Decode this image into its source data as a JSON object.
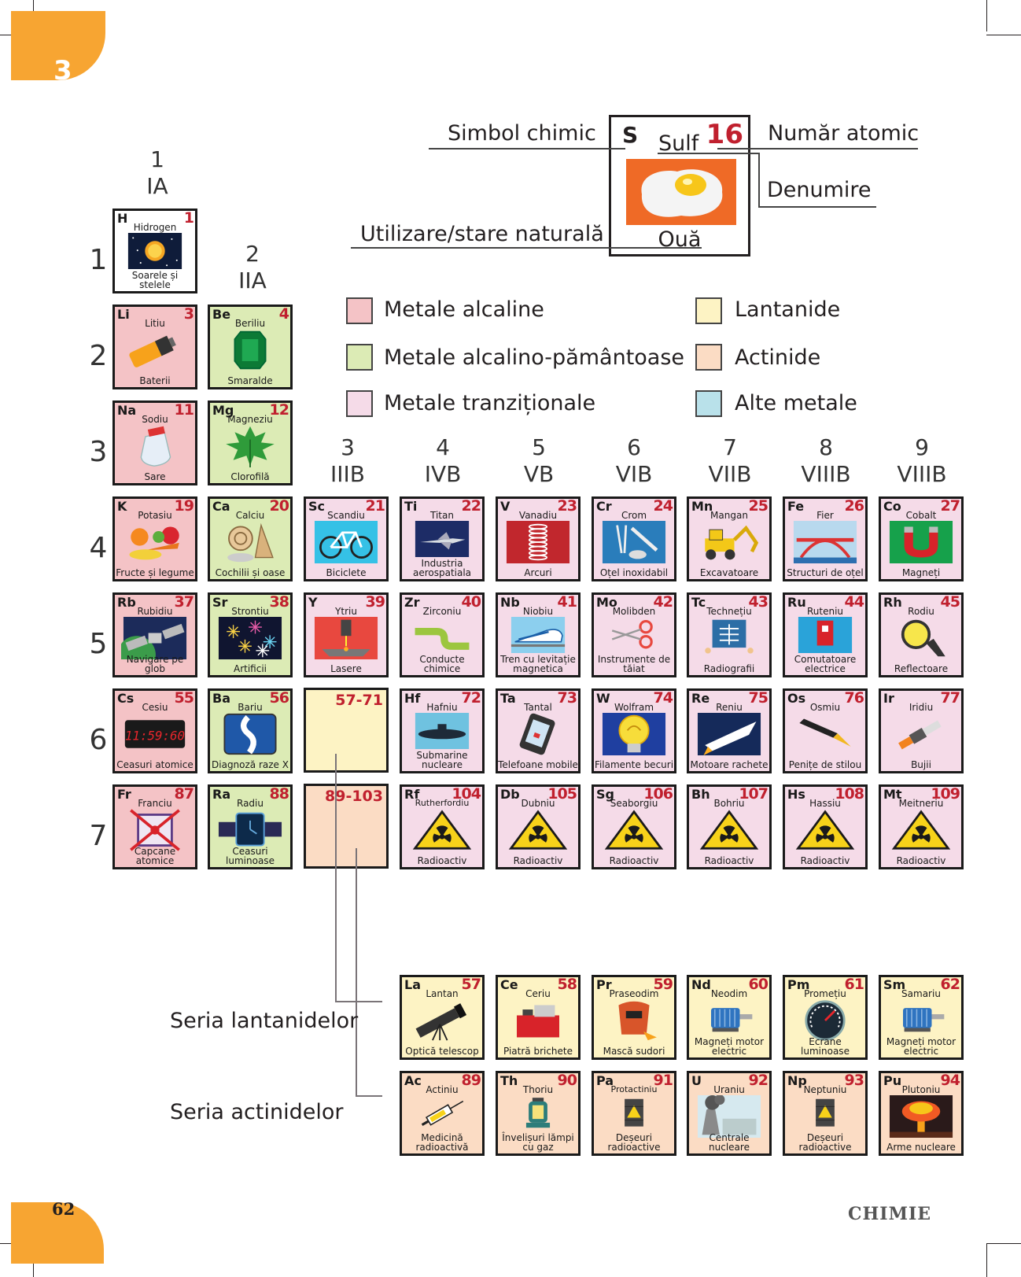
{
  "page": {
    "chapter": "3",
    "page_number": "62",
    "subject": "CHIMIE"
  },
  "key": {
    "symbol_label": "Simbol chimic",
    "atomic_number_label": "Număr atomic",
    "name_label": "Denumire",
    "use_label": "Utilizare/stare naturală",
    "example": {
      "symbol": "S",
      "name": "Sulf",
      "number": "16",
      "use": "Ouă"
    }
  },
  "legend": [
    {
      "label": "Metale alcaline",
      "color": "#f4c3c6"
    },
    {
      "label": "Metale alcalino-pământoase",
      "color": "#dcebb5"
    },
    {
      "label": "Metale tranziționale",
      "color": "#f5dbe8"
    },
    {
      "label": "Lantanide",
      "color": "#fdf3c4"
    },
    {
      "label": "Actinide",
      "color": "#fbdcc4"
    },
    {
      "label": "Alte metale",
      "color": "#b9e1ea"
    }
  ],
  "groups": [
    {
      "num": "1",
      "roman": "IA"
    },
    {
      "num": "2",
      "roman": "IIA"
    },
    {
      "num": "3",
      "roman": "IIIB"
    },
    {
      "num": "4",
      "roman": "IVB"
    },
    {
      "num": "5",
      "roman": "VB"
    },
    {
      "num": "6",
      "roman": "VIB"
    },
    {
      "num": "7",
      "roman": "VIIB"
    },
    {
      "num": "8",
      "roman": "VIIIB"
    },
    {
      "num": "9",
      "roman": "VIIIB"
    }
  ],
  "periods": [
    "1",
    "2",
    "3",
    "4",
    "5",
    "6",
    "7"
  ],
  "placeholders": {
    "lanthanides": "57-71",
    "actinides": "89-103"
  },
  "series_labels": {
    "lanthanides": "Seria lantanidelor",
    "actinides": "Seria actinidelor"
  },
  "elements": [
    {
      "s": "H",
      "n": "Hidrogen",
      "z": "1",
      "u": "Soarele și stelele",
      "t": "other",
      "icon": "sun-icon"
    },
    {
      "s": "Li",
      "n": "Litiu",
      "z": "3",
      "u": "Baterii",
      "t": "alk",
      "icon": "battery-icon"
    },
    {
      "s": "Be",
      "n": "Beriliu",
      "z": "4",
      "u": "Smaralde",
      "t": "ae",
      "icon": "emerald-icon"
    },
    {
      "s": "Na",
      "n": "Sodiu",
      "z": "11",
      "u": "Sare",
      "t": "alk",
      "icon": "salt-shaker-icon"
    },
    {
      "s": "Mg",
      "n": "Magneziu",
      "z": "12",
      "u": "Clorofilă",
      "t": "ae",
      "icon": "leaf-icon"
    },
    {
      "s": "K",
      "n": "Potasiu",
      "z": "19",
      "u": "Fructe și legume",
      "t": "alk",
      "icon": "vegetables-icon"
    },
    {
      "s": "Ca",
      "n": "Calciu",
      "z": "20",
      "u": "Cochilii și oase",
      "t": "ae",
      "icon": "shell-icon"
    },
    {
      "s": "Sc",
      "n": "Scandiu",
      "z": "21",
      "u": "Biciclete",
      "t": "tr",
      "icon": "bicycle-icon"
    },
    {
      "s": "Ti",
      "n": "Titan",
      "z": "22",
      "u": "Industria aerospatiala",
      "t": "tr",
      "icon": "jet-icon"
    },
    {
      "s": "V",
      "n": "Vanadiu",
      "z": "23",
      "u": "Arcuri",
      "t": "tr",
      "icon": "spring-icon"
    },
    {
      "s": "Cr",
      "n": "Crom",
      "z": "24",
      "u": "Oțel inoxidabil",
      "t": "tr",
      "icon": "cutlery-icon"
    },
    {
      "s": "Mn",
      "n": "Mangan",
      "z": "25",
      "u": "Excavatoare",
      "t": "tr",
      "icon": "excavator-icon"
    },
    {
      "s": "Fe",
      "n": "Fier",
      "z": "26",
      "u": "Structuri de oțel",
      "t": "tr",
      "icon": "bridge-icon"
    },
    {
      "s": "Co",
      "n": "Cobalt",
      "z": "27",
      "u": "Magneți",
      "t": "tr",
      "icon": "magnet-icon"
    },
    {
      "s": "Rb",
      "n": "Rubidiu",
      "z": "37",
      "u": "Navigare pe glob",
      "t": "alk",
      "icon": "satellite-icon"
    },
    {
      "s": "Sr",
      "n": "Strontiu",
      "z": "38",
      "u": "Artificii",
      "t": "ae",
      "icon": "fireworks-icon"
    },
    {
      "s": "Y",
      "n": "Ytriu",
      "z": "39",
      "u": "Lasere",
      "t": "tr",
      "icon": "laser-icon"
    },
    {
      "s": "Zr",
      "n": "Zirconiu",
      "z": "40",
      "u": "Conducte chimice",
      "t": "tr",
      "icon": "pipe-icon"
    },
    {
      "s": "Nb",
      "n": "Niobiu",
      "z": "41",
      "u": "Tren cu levitație magnetica",
      "t": "tr",
      "icon": "train-icon"
    },
    {
      "s": "Mo",
      "n": "Molibden",
      "z": "42",
      "u": "Instrumente de tăiat",
      "t": "tr",
      "icon": "scissors-icon"
    },
    {
      "s": "Tc",
      "n": "Technețiu",
      "z": "43",
      "u": "Radiografii",
      "t": "tr",
      "icon": "xray-icon"
    },
    {
      "s": "Ru",
      "n": "Ruteniu",
      "z": "44",
      "u": "Comutatoare electrice",
      "t": "tr",
      "icon": "switch-icon"
    },
    {
      "s": "Rh",
      "n": "Rodiu",
      "z": "45",
      "u": "Reflectoare",
      "t": "tr",
      "icon": "spotlight-icon"
    },
    {
      "s": "Cs",
      "n": "Cesiu",
      "z": "55",
      "u": "Ceasuri atomice",
      "t": "alk",
      "icon": "digital-clock-icon",
      "clock": "11:59:60"
    },
    {
      "s": "Ba",
      "n": "Bariu",
      "z": "56",
      "u": "Diagnoză raze X",
      "t": "ae",
      "icon": "xray-scan-icon"
    },
    {
      "s": "Hf",
      "n": "Hafniu",
      "z": "72",
      "u": "Submarine nucleare",
      "t": "tr",
      "icon": "submarine-icon"
    },
    {
      "s": "Ta",
      "n": "Tantal",
      "z": "73",
      "u": "Telefoane mobile",
      "t": "tr",
      "icon": "phone-icon"
    },
    {
      "s": "W",
      "n": "Wolfram",
      "z": "74",
      "u": "Filamente becuri",
      "t": "tr",
      "icon": "bulb-icon"
    },
    {
      "s": "Re",
      "n": "Reniu",
      "z": "75",
      "u": "Motoare rachete",
      "t": "tr",
      "icon": "rocket-icon"
    },
    {
      "s": "Os",
      "n": "Osmiu",
      "z": "76",
      "u": "Penițe de stilou",
      "t": "tr",
      "icon": "pen-icon"
    },
    {
      "s": "Ir",
      "n": "Iridiu",
      "z": "77",
      "u": "Bujii",
      "t": "tr",
      "icon": "spark-plug-icon"
    },
    {
      "s": "Fr",
      "n": "Franciu",
      "z": "87",
      "u": "Capcane atomice",
      "t": "alk",
      "icon": "atom-trap-icon"
    },
    {
      "s": "Ra",
      "n": "Radiu",
      "z": "88",
      "u": "Ceasuri luminoase",
      "t": "ae",
      "icon": "watch-icon"
    },
    {
      "s": "Rf",
      "n": "Rutherfordiu",
      "z": "104",
      "u": "Radioactiv",
      "t": "tr",
      "icon": "radioactive-icon"
    },
    {
      "s": "Db",
      "n": "Dubniu",
      "z": "105",
      "u": "Radioactiv",
      "t": "tr",
      "icon": "radioactive-icon"
    },
    {
      "s": "Sg",
      "n": "Seaborgiu",
      "z": "106",
      "u": "Radioactiv",
      "t": "tr",
      "icon": "radioactive-icon"
    },
    {
      "s": "Bh",
      "n": "Bohriu",
      "z": "107",
      "u": "Radioactiv",
      "t": "tr",
      "icon": "radioactive-icon"
    },
    {
      "s": "Hs",
      "n": "Hassiu",
      "z": "108",
      "u": "Radioactiv",
      "t": "tr",
      "icon": "radioactive-icon"
    },
    {
      "s": "Mt",
      "n": "Meitneriu",
      "z": "109",
      "u": "Radioactiv",
      "t": "tr",
      "icon": "radioactive-icon"
    },
    {
      "s": "La",
      "n": "Lantan",
      "z": "57",
      "u": "Optică telescop",
      "t": "lan",
      "icon": "telescope-icon"
    },
    {
      "s": "Ce",
      "n": "Ceriu",
      "z": "58",
      "u": "Piatră brichete",
      "t": "lan",
      "icon": "lighter-icon"
    },
    {
      "s": "Pr",
      "n": "Praseodim",
      "z": "59",
      "u": "Mască sudori",
      "t": "lan",
      "icon": "welding-mask-icon"
    },
    {
      "s": "Nd",
      "n": "Neodim",
      "z": "60",
      "u": "Magneți motor electric",
      "t": "lan",
      "icon": "motor-icon"
    },
    {
      "s": "Pm",
      "n": "Promețiu",
      "z": "61",
      "u": "Ecrane luminoase",
      "t": "lan",
      "icon": "gauge-icon"
    },
    {
      "s": "Sm",
      "n": "Samariu",
      "z": "62",
      "u": "Magneți motor electric",
      "t": "lan",
      "icon": "motor-icon"
    },
    {
      "s": "Ac",
      "n": "Actiniu",
      "z": "89",
      "u": "Medicină radioactivă",
      "t": "act",
      "icon": "syringe-icon"
    },
    {
      "s": "Th",
      "n": "Thoriu",
      "z": "90",
      "u": "Învelișuri lămpi cu gaz",
      "t": "act",
      "icon": "lantern-icon"
    },
    {
      "s": "Pa",
      "n": "Protactiniu",
      "z": "91",
      "u": "Deșeuri radioactive",
      "t": "act",
      "icon": "waste-barrel-icon"
    },
    {
      "s": "U",
      "n": "Uraniu",
      "z": "92",
      "u": "Centrale nucleare",
      "t": "act",
      "icon": "power-plant-icon"
    },
    {
      "s": "Np",
      "n": "Neptuniu",
      "z": "93",
      "u": "Deșeuri radioactive",
      "t": "act",
      "icon": "waste-barrel-icon"
    },
    {
      "s": "Pu",
      "n": "Plutoniu",
      "z": "94",
      "u": "Arme nucleare",
      "t": "act",
      "icon": "mushroom-cloud-icon"
    }
  ]
}
